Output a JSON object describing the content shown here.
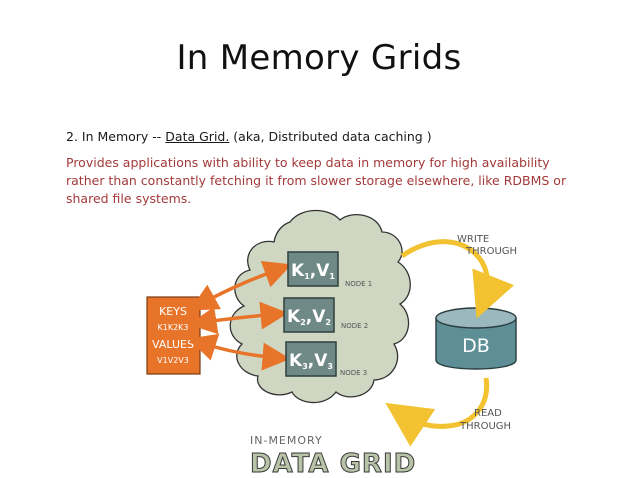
{
  "title": "In Memory Grids",
  "intro": {
    "prefix": "2.  In Memory -- ",
    "link": "Data Grid.",
    "suffix": " (aka, Distributed data caching )"
  },
  "description": " Provides applications with ability to keep data in memory for high availability rather than constantly fetching it from slower storage elsewhere, like RDBMS or shared file systems.",
  "diagram": {
    "keys_label": "KEYS",
    "keys_values": "K1K2K3",
    "values_label": "VALUES",
    "values_values": "V1V2V3",
    "pairs": [
      {
        "key": "K",
        "key_sub": "1",
        "val": "V",
        "val_sub": "1",
        "node": "NODE 1"
      },
      {
        "key": "K",
        "key_sub": "2",
        "val": "V",
        "val_sub": "2",
        "node": "NODE 2"
      },
      {
        "key": "K",
        "key_sub": "3",
        "val": "V",
        "val_sub": "3",
        "node": "NODE 3"
      }
    ],
    "db_label": "DB",
    "write_through": [
      "WRITE",
      "THROUGH"
    ],
    "read_through": [
      "READ",
      "THROUGH"
    ],
    "grid_small_label": "IN-MEMORY",
    "grid_big_label": "DATA GRID",
    "colors": {
      "orange": "#e8742a",
      "cloud": "#cfd7c2",
      "node_box": "#6f8a86",
      "db": "#5e8f96",
      "arrow_yellow": "#f2c230",
      "text_dark": "#555555"
    }
  }
}
